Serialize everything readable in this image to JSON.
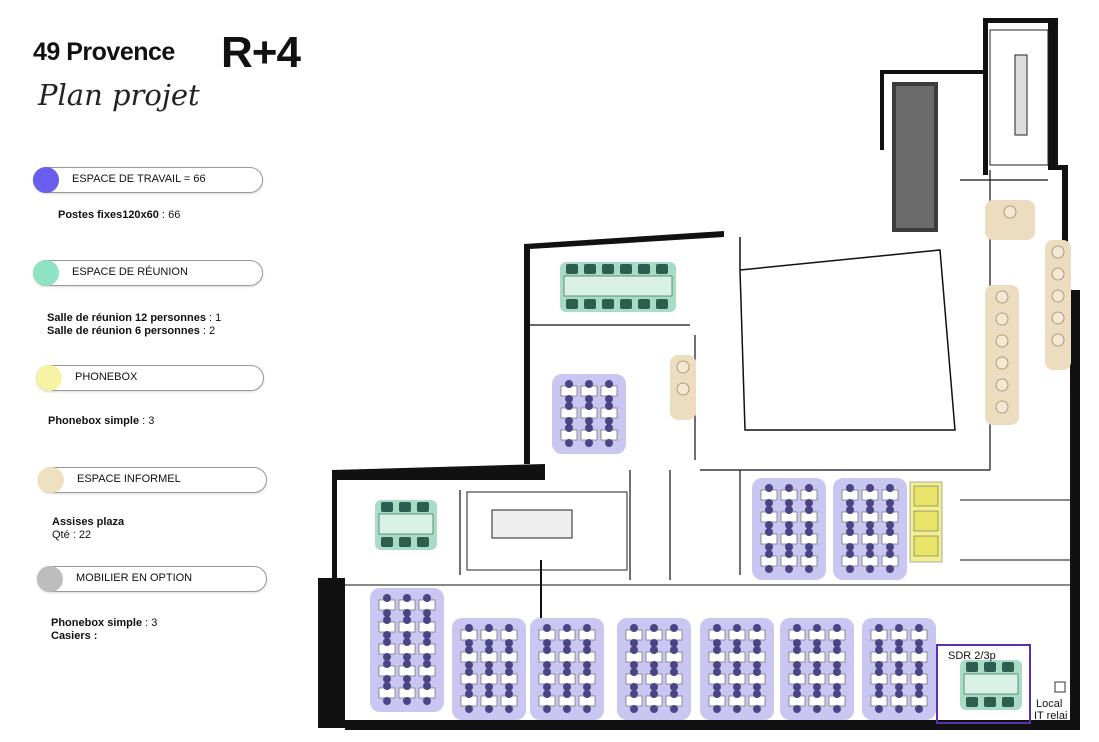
{
  "header": {
    "title": "49 Provence",
    "floor": "R+4",
    "subtitle": "Plan projet"
  },
  "legend": [
    {
      "label": "ESPACE DE TRAVAIL = 66",
      "color": "#6a5ef0",
      "lines": [
        {
          "bold": "Postes fixes120x60",
          "value": " : 66"
        }
      ]
    },
    {
      "label": "ESPACE DE RÉUNION",
      "color": "#8fe3c4",
      "lines": [
        {
          "bold": "Salle de réunion 12 personnes",
          "value": " : 1"
        },
        {
          "bold": "Salle de réunion 6 personnes",
          "value": " : 2"
        }
      ]
    },
    {
      "label": "PHONEBOX",
      "color": "#f6f3a4",
      "lines": [
        {
          "bold": "Phonebox simple",
          "value": " : 3"
        }
      ]
    },
    {
      "label": "ESPACE INFORMEL",
      "color": "#f1dfc2",
      "lines": [
        {
          "bold": "Assises plaza",
          "value": ""
        },
        {
          "bold": "",
          "value": "Qté : 22"
        }
      ]
    },
    {
      "label": "MOBILIER EN OPTION",
      "color": "#bdbdbd",
      "lines": [
        {
          "bold": "Phonebox simple",
          "value": " : 3"
        },
        {
          "bold": "Casiers :",
          "value": ""
        }
      ]
    }
  ],
  "plan": {
    "room_labels": {
      "meeting_room": "SDR 2/3p",
      "it_room_line1": "Local",
      "it_room_line2": "IT relai"
    },
    "colors": {
      "workspace": "#c9c6f2",
      "desk_chair": "#4a4585",
      "meeting": "#a8dcc6",
      "meeting_chair": "#2e5e50",
      "phonebox": "#f2ef90",
      "informal": "#ecdcc0",
      "wall": "#111111"
    }
  }
}
